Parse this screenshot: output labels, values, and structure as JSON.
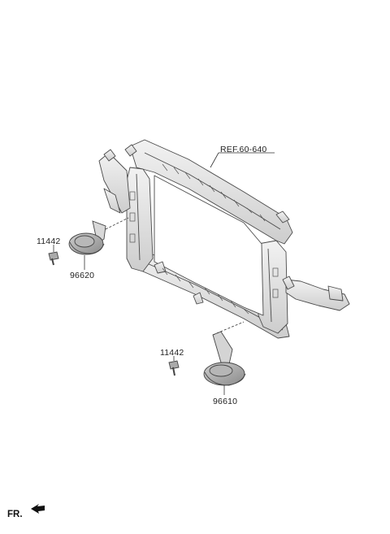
{
  "labels": {
    "ref": "REF.60-640",
    "bolt_upper": "11442",
    "horn_upper": "96620",
    "bolt_lower": "11442",
    "horn_lower": "96610",
    "front": "FR."
  }
}
